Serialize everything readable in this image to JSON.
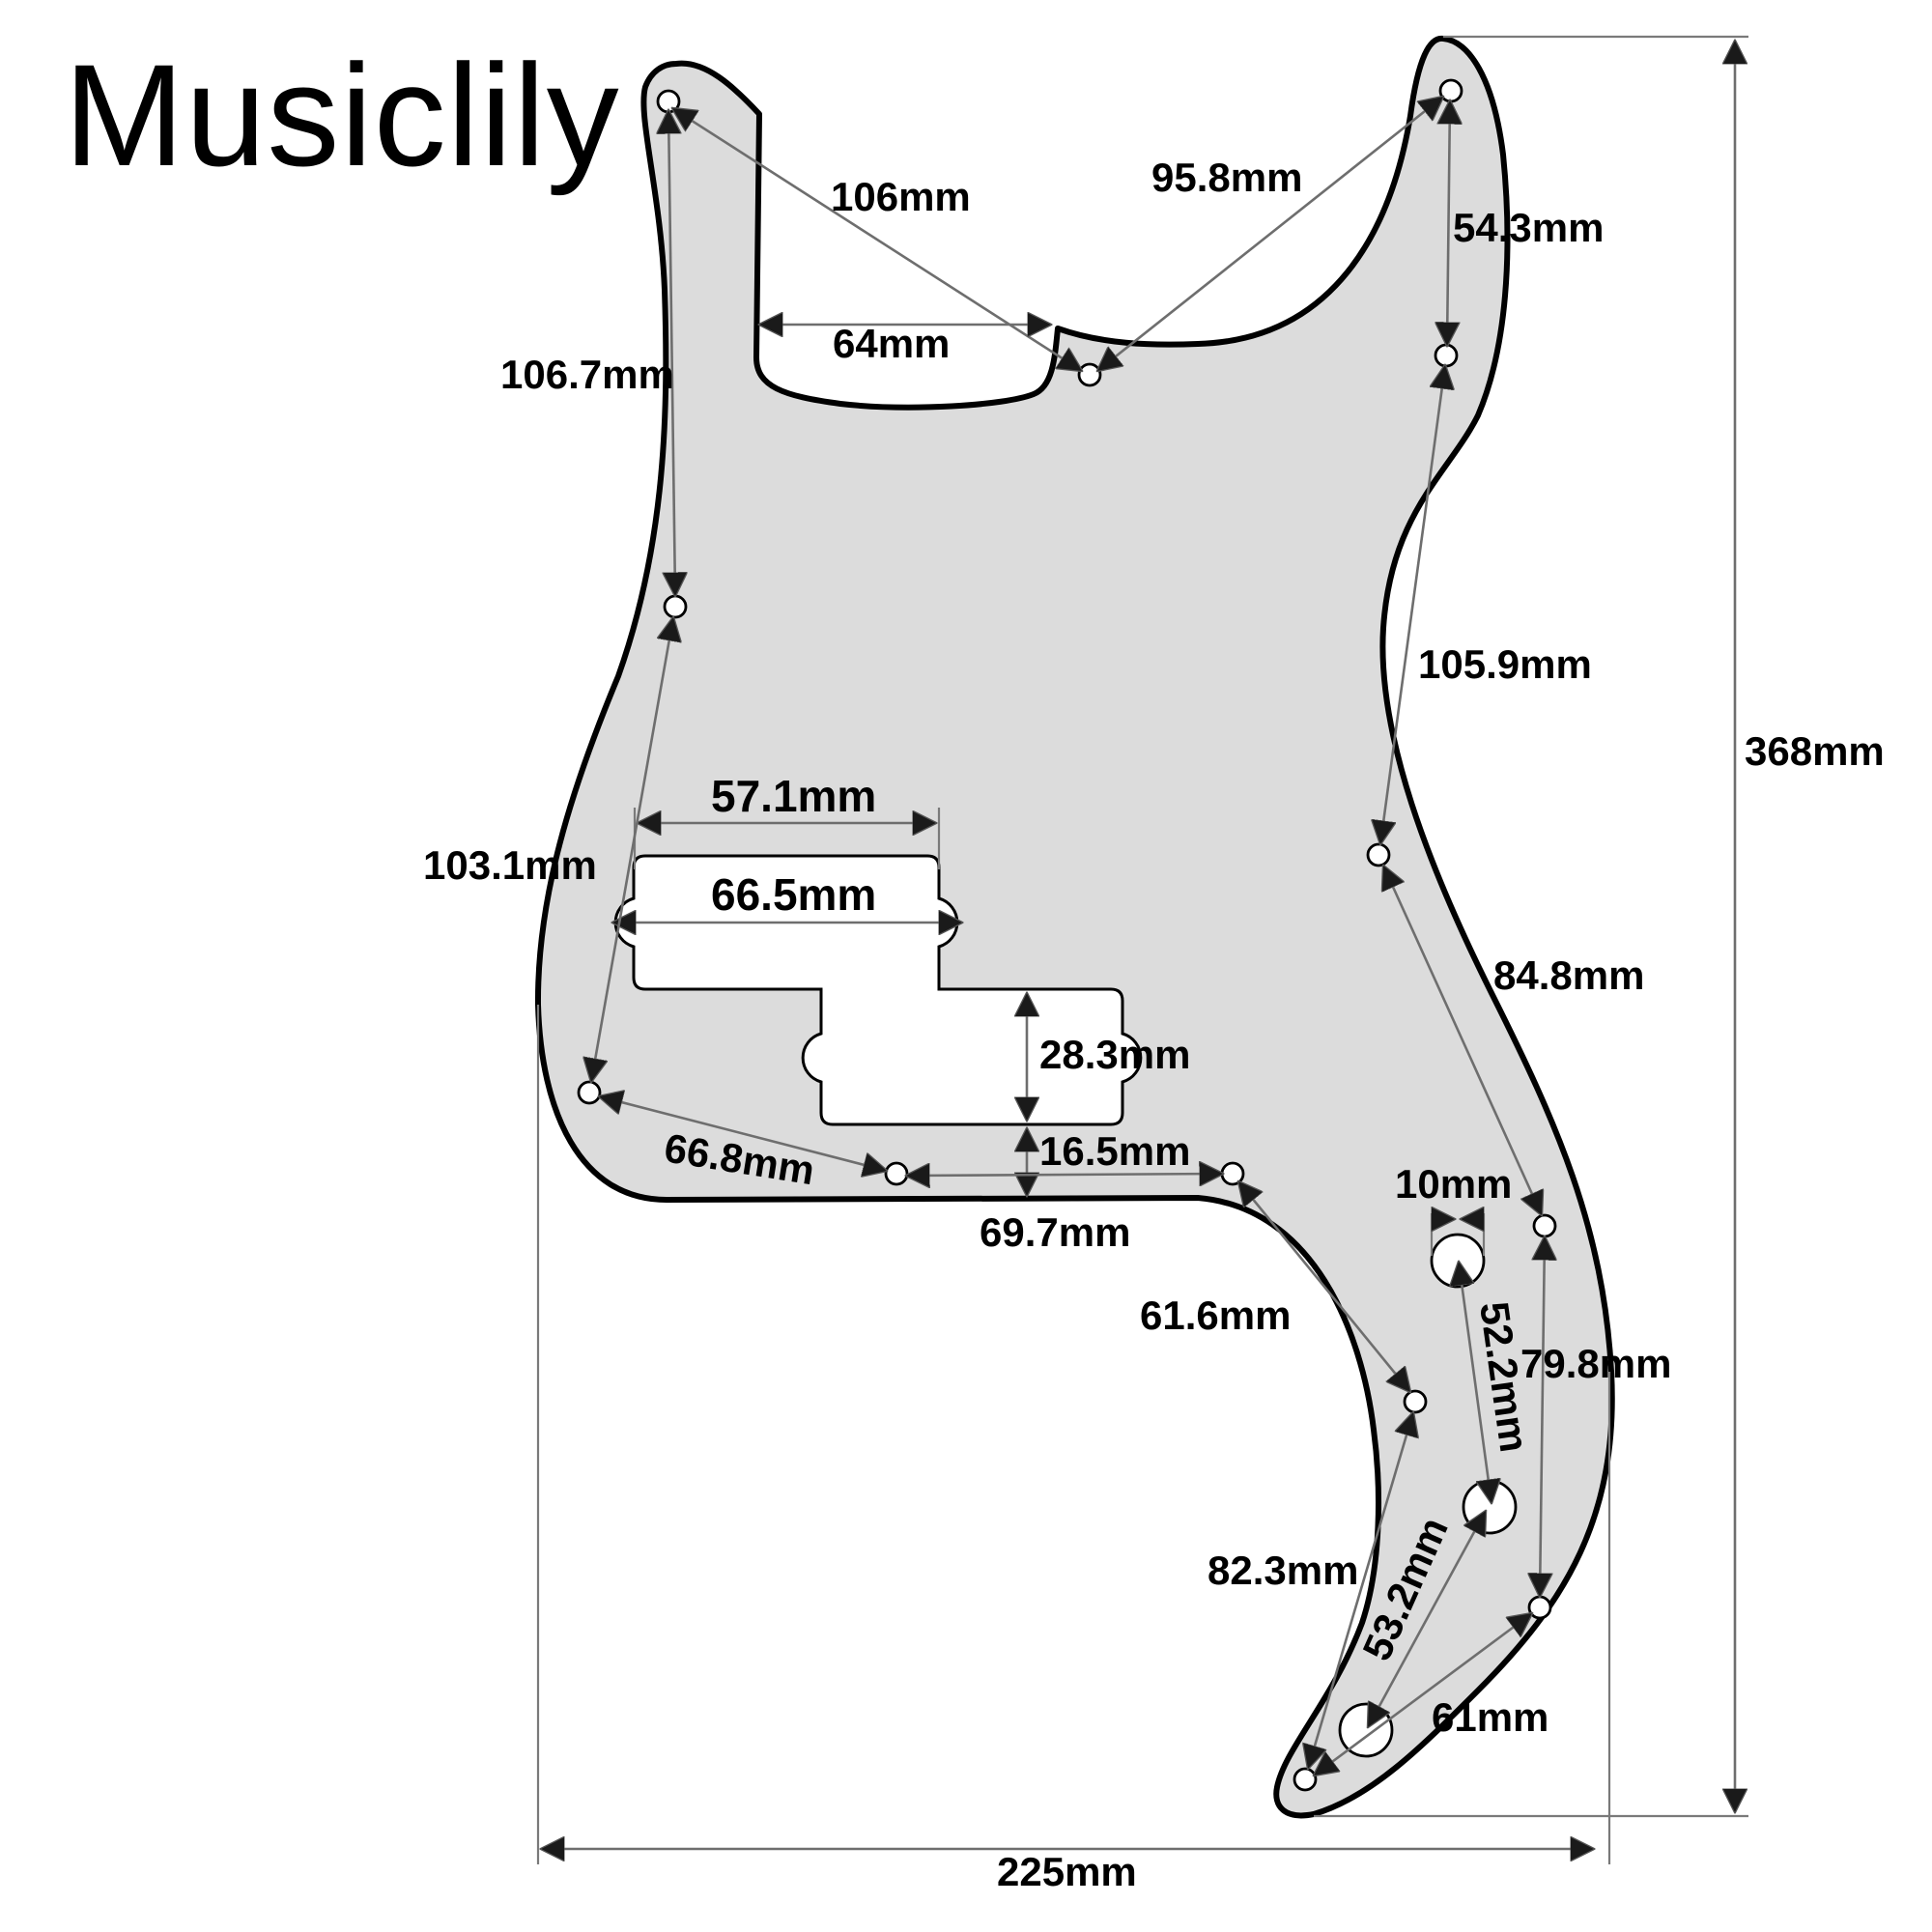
{
  "brand": "Musiclily",
  "colors": {
    "pickguard_fill": "#dcdcdc",
    "outline": "#000000",
    "dimension_line": "#6e6e6e",
    "background": "#ffffff"
  },
  "dimensions": {
    "overall_width": "225mm",
    "overall_height": "368mm",
    "horn_hole_to_notch_hole": "106mm",
    "neck_pocket_width": "64mm",
    "notch_hole_to_top_right_hole": "95.8mm",
    "top_right_hole_spacing": "54.3mm",
    "left_upper_hole_spacing": "106.7mm",
    "right_mid_hole_spacing": "105.9mm",
    "pickup_mount_spacing": "57.1mm",
    "pickup_ear_width": "66.5mm",
    "left_lower_hole_spacing": "103.1mm",
    "right_lower_hole_spacing": "84.8mm",
    "pickup_height": "28.3mm",
    "pickup_to_edge": "16.5mm",
    "bottom_left_hole_spacing": "66.8mm",
    "bottom_hole_spacing": "69.7mm",
    "control_hole_diameter": "10mm",
    "tail_hole_spacing": "61.6mm",
    "control_hole_spacing": "52.2mm",
    "right_tail_hole_spacing": "79.8mm",
    "tail_tip_spacing": "82.3mm",
    "pot_to_jack_spacing": "53.2mm",
    "tip_to_right_hole": "61mm"
  }
}
